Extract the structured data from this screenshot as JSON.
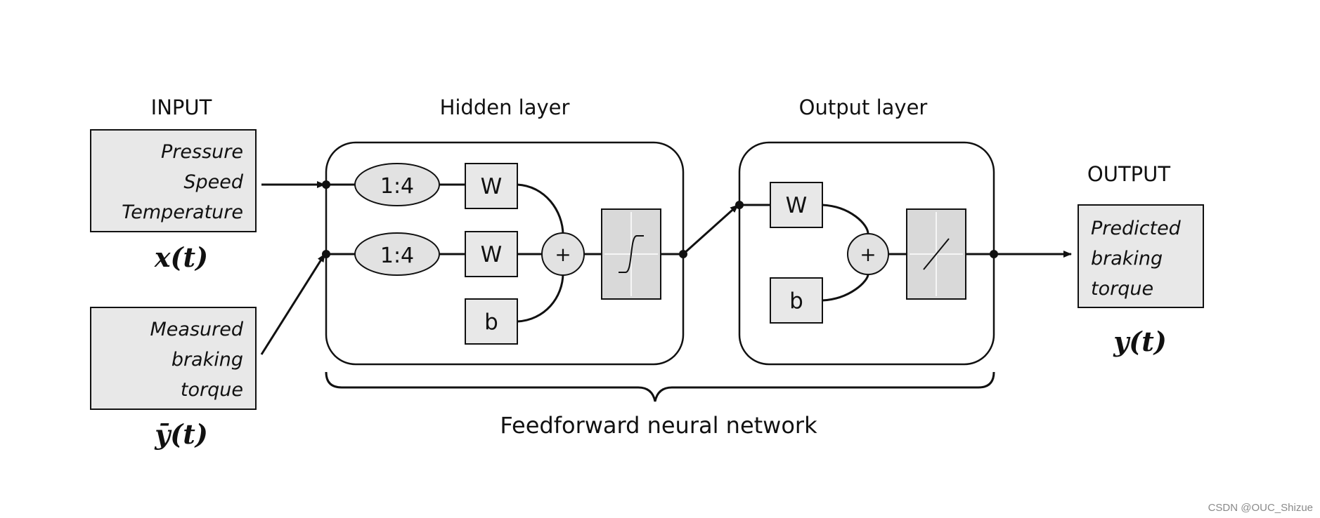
{
  "headings": {
    "input": "INPUT",
    "hidden_layer": "Hidden layer",
    "output_layer": "Output layer",
    "output": "OUTPUT"
  },
  "input_boxes": [
    {
      "lines": [
        "Pressure",
        "Speed",
        "Temperature"
      ],
      "symbol": "x(t)"
    },
    {
      "lines": [
        "Measured",
        "braking",
        "torque"
      ],
      "symbol": "ȳ(t)"
    }
  ],
  "hidden": {
    "delay_1": "1:4",
    "delay_2": "1:4",
    "weight_1": "W",
    "weight_2": "W",
    "bias": "b",
    "sum": "+",
    "transfer_icon": "sigmoid-icon"
  },
  "output_layer": {
    "weight": "W",
    "bias": "b",
    "sum": "+",
    "transfer_icon": "linear-icon"
  },
  "output_box": {
    "lines": [
      "Predicted",
      "braking",
      "torque"
    ],
    "symbol": "y(t)"
  },
  "caption": "Feedforward neural network",
  "watermark": "CSDN @OUC_Shizue"
}
